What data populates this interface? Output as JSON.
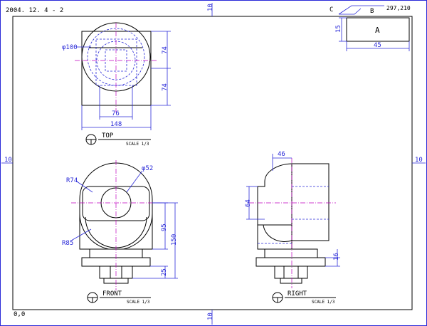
{
  "header": {
    "date": "2004. 12.  4 - 2",
    "sheet_size": "297,210",
    "corner_c": "C",
    "corner_b": "B"
  },
  "frame": {
    "margin_label": "10",
    "origin": "0,0"
  },
  "title_block": {
    "letter": "A",
    "height": "15",
    "width": "45"
  },
  "views": {
    "top": {
      "label": "TOP",
      "scale": "SCALE 1/3"
    },
    "front": {
      "label": "FRONT",
      "scale": "SCALE 1/3"
    },
    "right": {
      "label": "RIGHT",
      "scale": "SCALE 1/3"
    }
  },
  "dims": {
    "top": {
      "dia": "φ100",
      "h1": "74",
      "h2": "74",
      "inner_w": "76",
      "outer_w": "148"
    },
    "front": {
      "r_top": "R74",
      "hole": "φ52",
      "r_bot": "R85",
      "h95": "95",
      "h150": "150",
      "h25": "25"
    },
    "right": {
      "w46": "46",
      "h64": "64",
      "h16": "16"
    }
  },
  "colors": {
    "outline": "#000000",
    "dimension": "#2a2ad8",
    "centerline": "#c000c0"
  }
}
